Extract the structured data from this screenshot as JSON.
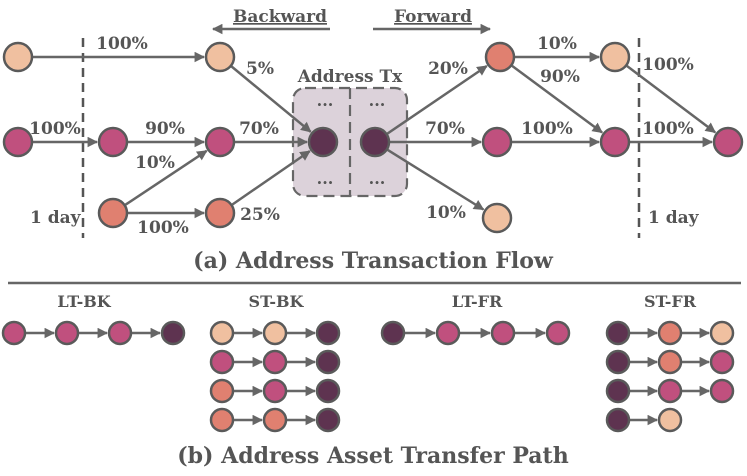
{
  "colors": {
    "light": "#F0C0A0",
    "orange": "#E08070",
    "pink": "#C0507E",
    "dark": "#5E3350",
    "edge": "#666666",
    "text": "#555555",
    "box": "#DCD2DA"
  },
  "direction": {
    "backward": "Backward",
    "forward": "Forward"
  },
  "address_box_label": "Address Tx",
  "box_dots": "···",
  "time_label": "1 day",
  "caption_a": "(a) Address Transaction Flow",
  "caption_b": "(b) Address Asset Transfer Path",
  "flow_nodes": [
    {
      "id": "L1",
      "color": "light"
    },
    {
      "id": "L2",
      "color": "pink"
    },
    {
      "id": "B1",
      "color": "light"
    },
    {
      "id": "B2",
      "color": "pink"
    },
    {
      "id": "B3",
      "color": "pink"
    },
    {
      "id": "B4",
      "color": "orange"
    },
    {
      "id": "B5",
      "color": "orange"
    },
    {
      "id": "CL",
      "color": "dark"
    },
    {
      "id": "CR",
      "color": "dark"
    },
    {
      "id": "F1",
      "color": "orange"
    },
    {
      "id": "F2",
      "color": "pink"
    },
    {
      "id": "F3",
      "color": "light"
    },
    {
      "id": "F4",
      "color": "light"
    },
    {
      "id": "F5",
      "color": "pink"
    },
    {
      "id": "F6",
      "color": "pink"
    }
  ],
  "flow_edges": [
    {
      "from": "L1",
      "to": "B1",
      "label": "100%"
    },
    {
      "from": "L2",
      "to": "B2",
      "label": "100%"
    },
    {
      "from": "B2",
      "to": "B3",
      "label": "90%"
    },
    {
      "from": "B4",
      "to": "B3",
      "label": "10%"
    },
    {
      "from": "B4",
      "to": "B5",
      "label": "100%"
    },
    {
      "from": "B1",
      "to": "CL",
      "label": "5%"
    },
    {
      "from": "B3",
      "to": "CL",
      "label": "70%"
    },
    {
      "from": "B5",
      "to": "CL",
      "label": "25%"
    },
    {
      "from": "CR",
      "to": "F1",
      "label": "20%"
    },
    {
      "from": "CR",
      "to": "F2",
      "label": "70%"
    },
    {
      "from": "CR",
      "to": "F3",
      "label": "10%"
    },
    {
      "from": "F1",
      "to": "F4",
      "label": "10%"
    },
    {
      "from": "F1",
      "to": "F5",
      "label": "90%"
    },
    {
      "from": "F2",
      "to": "F5",
      "label": "100%"
    },
    {
      "from": "F4",
      "to": "F6",
      "label": "100%"
    },
    {
      "from": "F5",
      "to": "F6",
      "label": "100%"
    }
  ],
  "path_groups": [
    {
      "title": "LT-BK",
      "paths": [
        [
          "pink",
          "pink",
          "pink",
          "dark"
        ]
      ]
    },
    {
      "title": "ST-BK",
      "paths": [
        [
          "light",
          "light",
          "dark"
        ],
        [
          "pink",
          "pink",
          "dark"
        ],
        [
          "orange",
          "pink",
          "dark"
        ],
        [
          "orange",
          "orange",
          "dark"
        ]
      ]
    },
    {
      "title": "LT-FR",
      "paths": [
        [
          "dark",
          "pink",
          "pink",
          "pink"
        ]
      ]
    },
    {
      "title": "ST-FR",
      "paths": [
        [
          "dark",
          "orange",
          "light"
        ],
        [
          "dark",
          "orange",
          "pink"
        ],
        [
          "dark",
          "pink",
          "pink"
        ],
        [
          "dark",
          "light"
        ]
      ]
    }
  ]
}
